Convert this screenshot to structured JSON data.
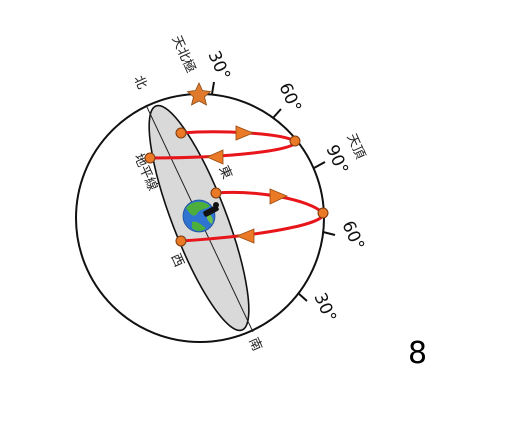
{
  "labels": {
    "north_celestial_pole": "天北極",
    "north": "北",
    "horizon": "地平線",
    "east": "東",
    "west": "西",
    "south": "南",
    "zenith": "天頂"
  },
  "degree_marks": [
    "30°",
    "60°",
    "90°",
    "60°",
    "30°"
  ],
  "figure_number": "8",
  "colors": {
    "sun_path": "#e8151b",
    "dot": "#ea7a25",
    "arrow": "#ea7a25",
    "horizon_plane": "#d9d9d9",
    "star": "#e07b2e",
    "globe_ocean": "#2f74d0",
    "globe_land": "#4caf3c"
  },
  "icons": {
    "star": "star-icon",
    "globe": "globe-icon",
    "observer": "observer-icon"
  }
}
